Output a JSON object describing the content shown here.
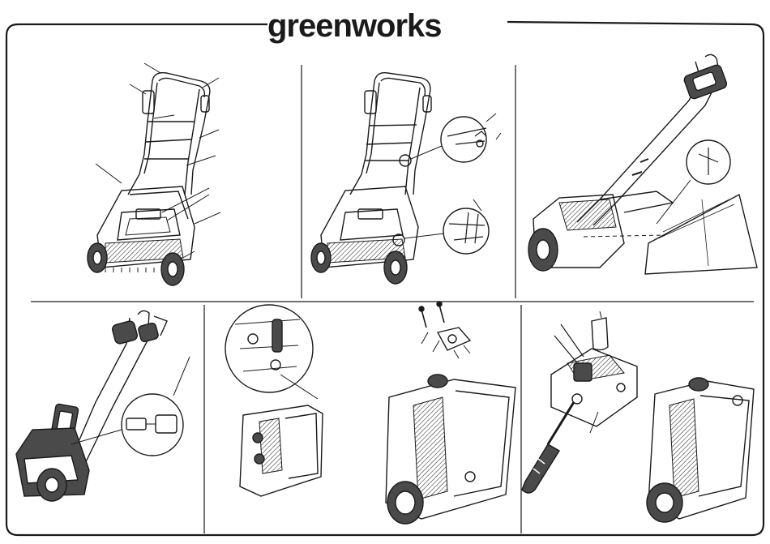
{
  "brand": {
    "logo_text": "greenworks"
  },
  "colors": {
    "ink": "#1a1a1a",
    "paper": "#ffffff",
    "shade": "#4a4a4a"
  },
  "panels": [
    {
      "id": "assembled-overview"
    },
    {
      "id": "handle-fastening-detail"
    },
    {
      "id": "collection-bag-attach"
    },
    {
      "id": "battery-insert"
    },
    {
      "id": "cassette-bolt-detail"
    },
    {
      "id": "blade-replacement-screwdriver"
    }
  ]
}
